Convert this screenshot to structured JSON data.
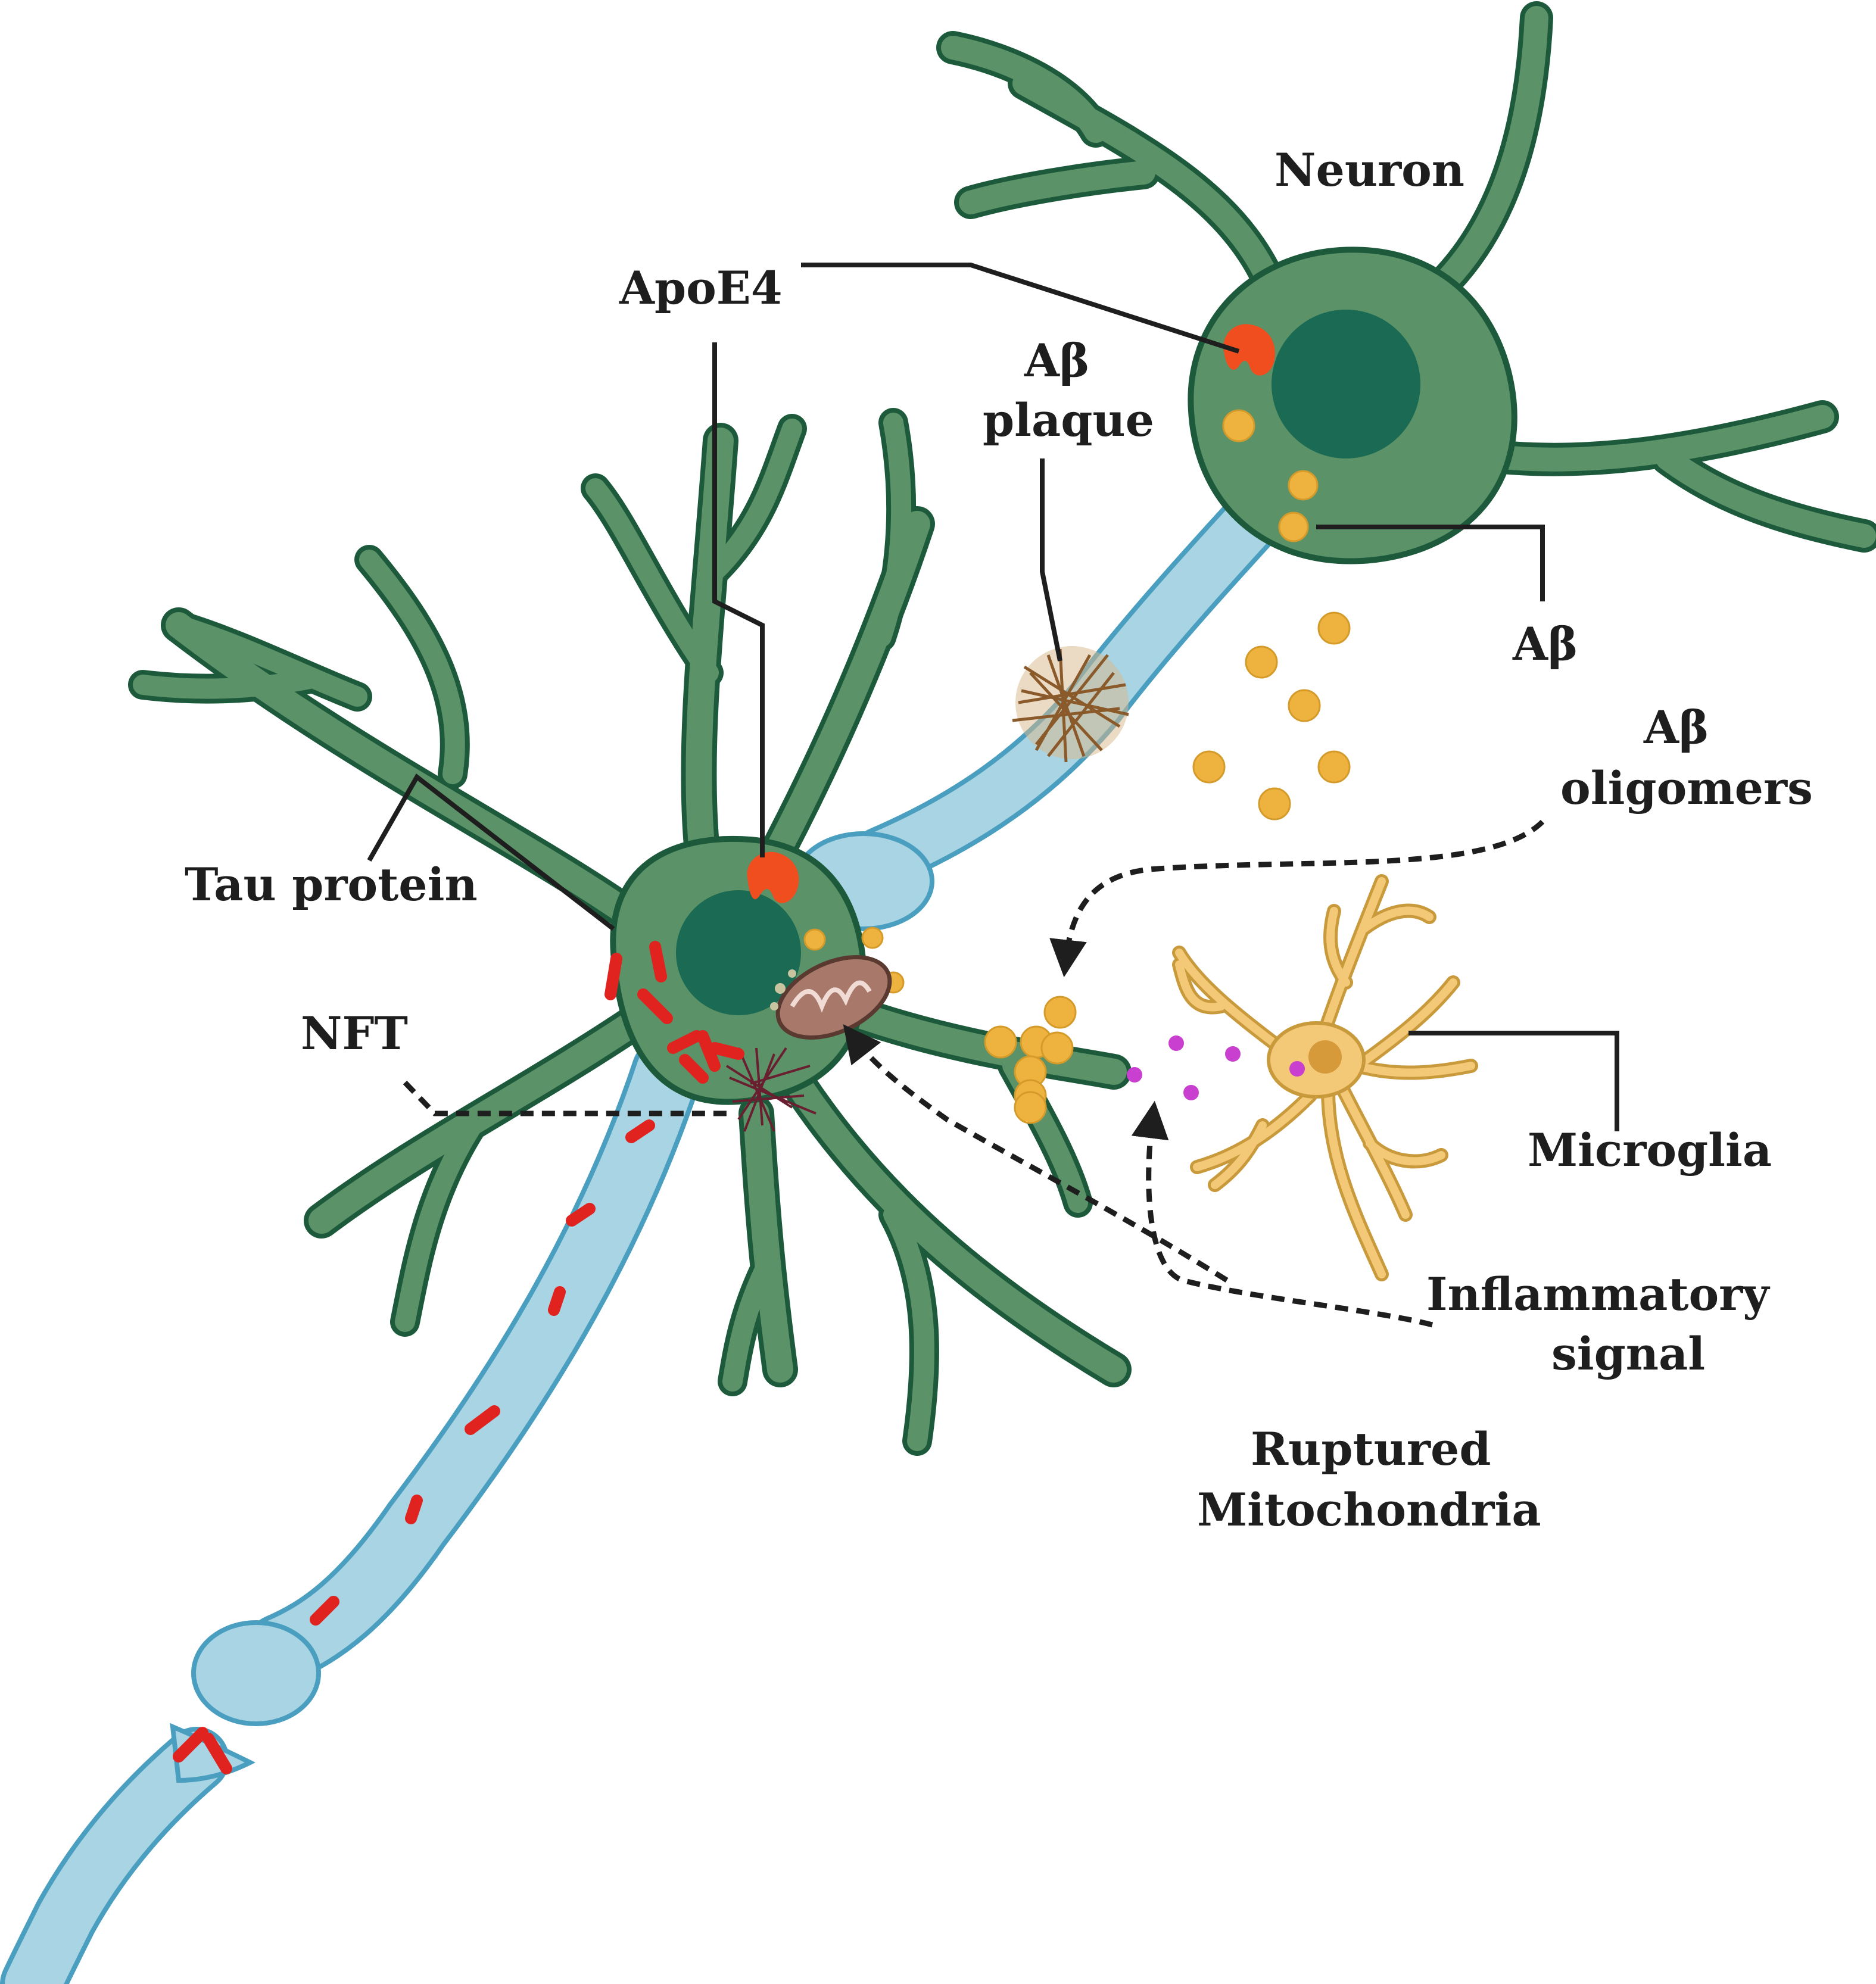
{
  "labels": {
    "neuron": "Neuron",
    "apoe4": "ApoE4",
    "ab_plaque_line1": "Aβ",
    "ab_plaque_line2": "plaque",
    "ab": "Aβ",
    "ab_oligomers_line1": "Aβ",
    "ab_oligomers_line2": "oligomers",
    "tau_protein": "Tau protein",
    "nft": "NFT",
    "microglia": "Microglia",
    "inflammatory_line1": "Inflammatory",
    "inflammatory_line2": "signal",
    "ruptured_line1": "Ruptured",
    "ruptured_line2": "Mitochondria"
  },
  "colors": {
    "neuron_body": "#5b9267",
    "neuron_outline": "#1d5a3c",
    "nucleus": "#1b6a53",
    "axon": "#a9d4e3",
    "axon_outline": "#4a9fc0",
    "apoe4": "#f04e1f",
    "amyloid_beta": "#eeb33f",
    "tau": "#e0231f",
    "microglia": "#f3c978",
    "inflammatory_signal": "#c93fcf",
    "plaque": "#8b5a2b",
    "mitochondria": "#a8786a"
  },
  "icons": {
    "neuron": "neuron-cell-icon",
    "microglia": "microglia-cell-icon",
    "plaque": "amyloid-plaque-icon",
    "mitochondria": "ruptured-mitochondria-icon",
    "nft": "neurofibrillary-tangle-icon",
    "receptor": "apoe4-receptor-icon"
  }
}
